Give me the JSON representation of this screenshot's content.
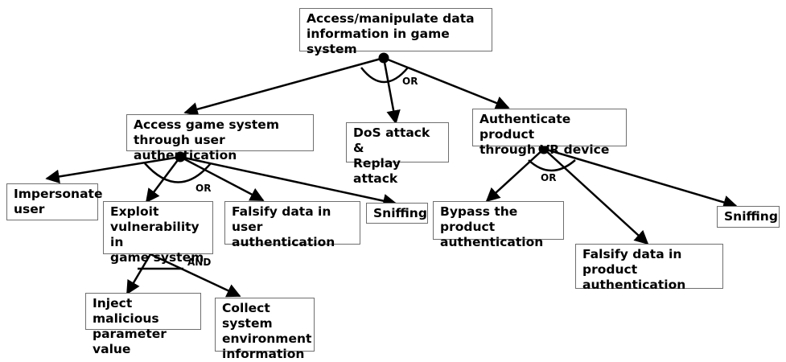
{
  "nodes": {
    "root": "Access/manipulate data\ninformation in game system",
    "access_auth": "Access game system\nthrough user authentication",
    "dos": "DoS attack &\nReplay attack",
    "auth_vr": "Authenticate product\nthrough VR device",
    "impersonate": "Impersonate\nuser",
    "exploit": "Exploit\nvulnerability in\ngame system",
    "falsify_user": "Falsify data in user\nauthentication",
    "sniff1": "Sniffing",
    "bypass": "Bypass the product\nauthentication",
    "sniff2": "Sniffing",
    "falsify_product": "Falsify data in product\nauthentication",
    "inject": "Inject malicious\nparameter value",
    "collect": "Collect system\nenvironment\ninformation"
  },
  "gates": {
    "root_gate": "OR",
    "access_gate": "OR",
    "vr_gate": "OR",
    "exploit_gate": "AND"
  }
}
